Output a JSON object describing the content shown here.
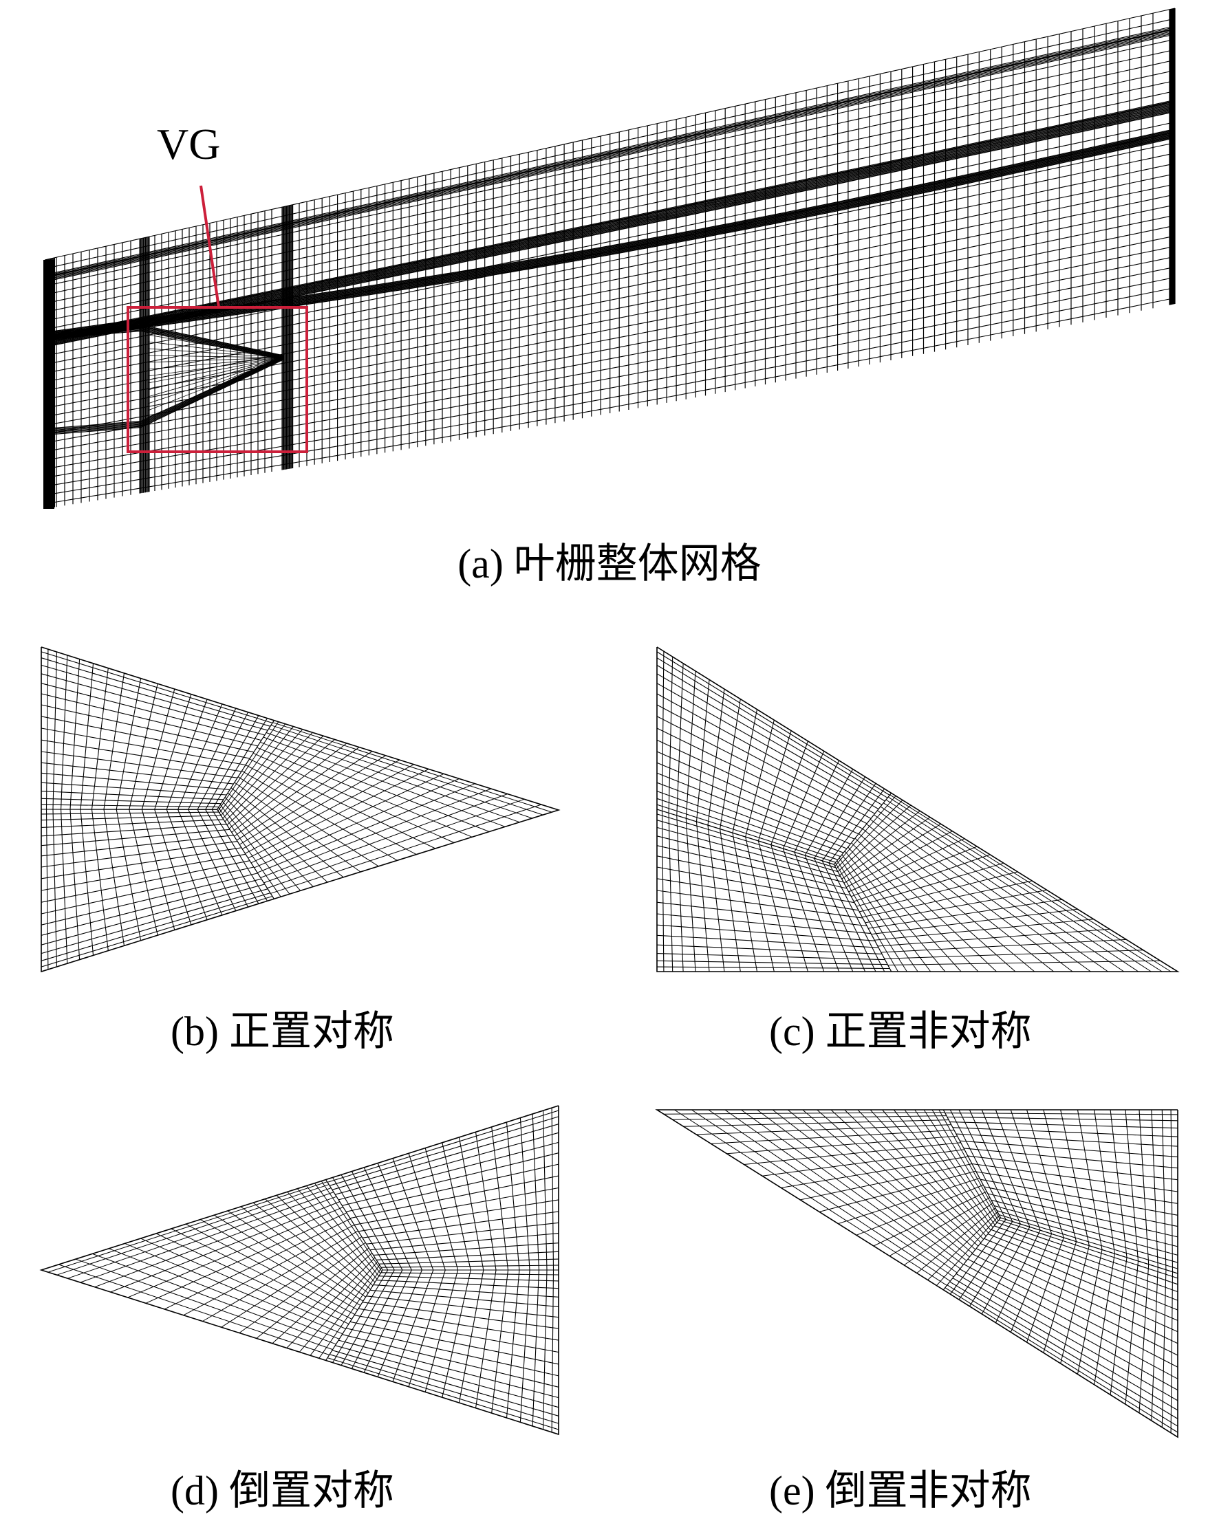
{
  "annotation": {
    "label": "VG",
    "color": "#cc1f3a"
  },
  "captions": {
    "a": "(a) 叶栅整体网格",
    "b": "(b) 正置对称",
    "c": "(c) 正置非对称",
    "d": "(d) 倒置对称",
    "e": "(e) 倒置非对称"
  },
  "mesh_color": "#000000"
}
